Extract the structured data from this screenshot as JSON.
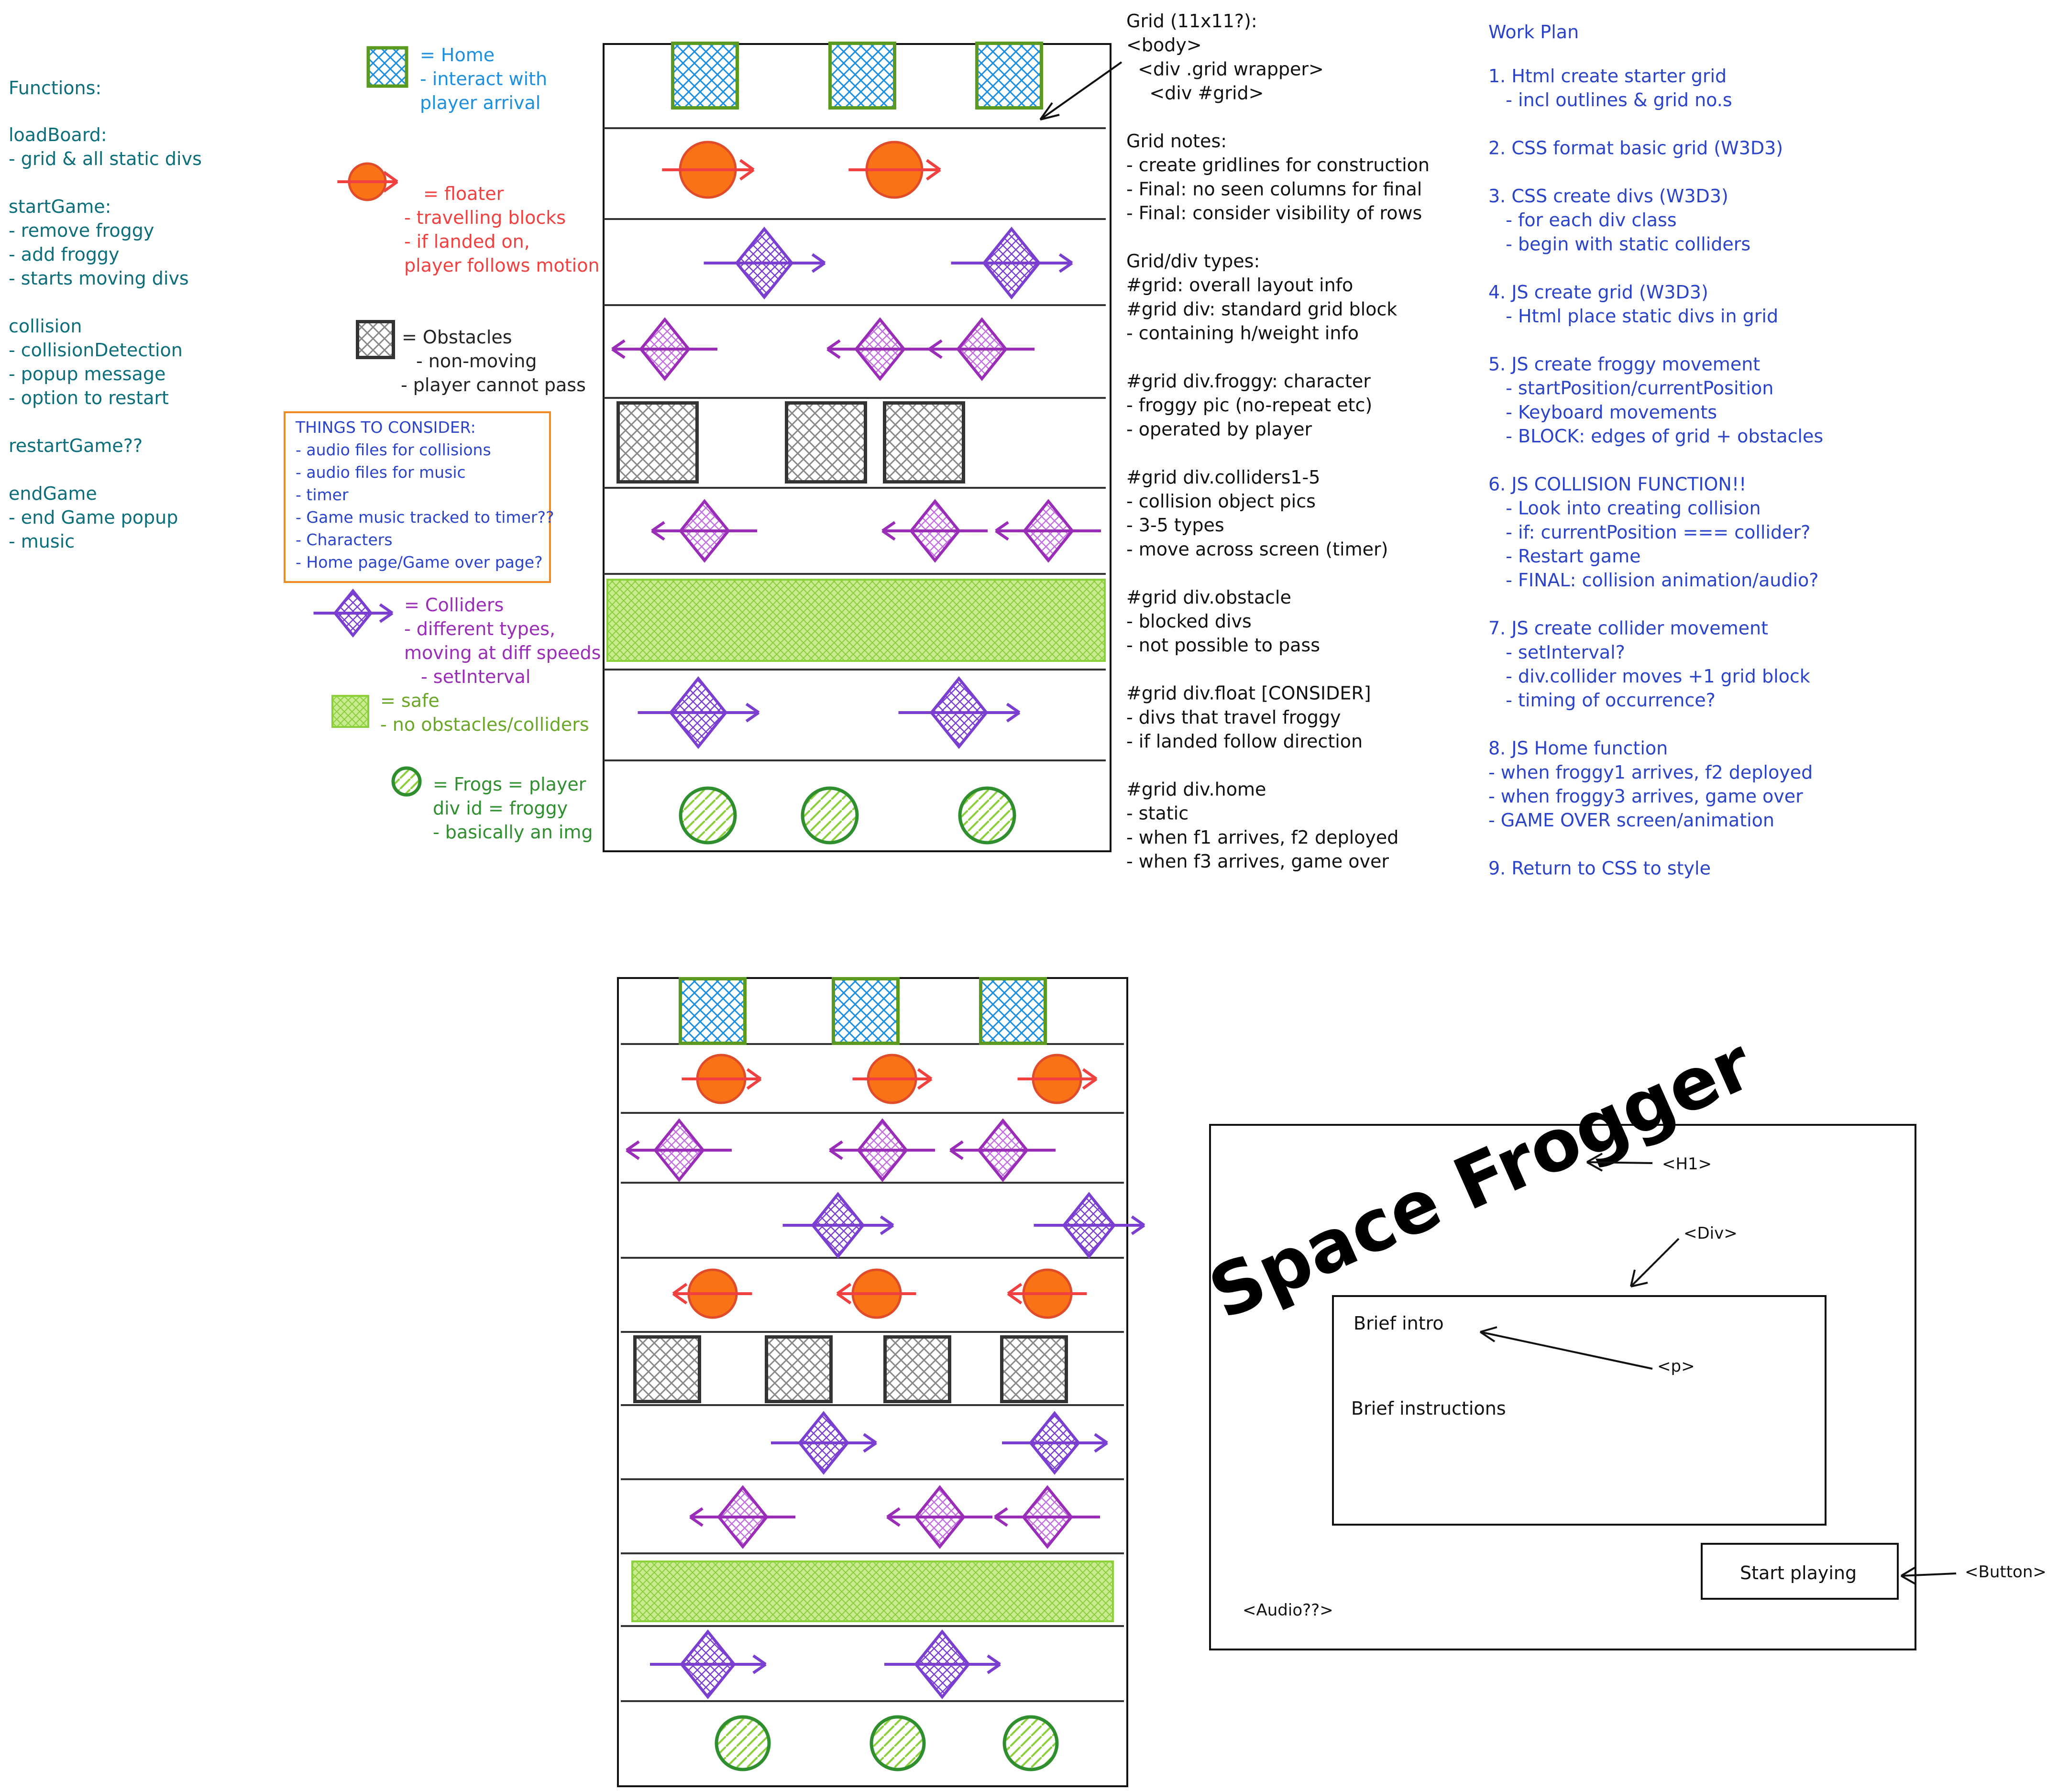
{
  "functions": {
    "title": "Functions:",
    "items": [
      {
        "name": "loadBoard:",
        "lines": [
          "- grid & all static divs"
        ]
      },
      {
        "name": "startGame:",
        "lines": [
          "- remove froggy",
          "- add froggy",
          "- starts moving divs"
        ]
      },
      {
        "name": "collision",
        "lines": [
          "- collisionDetection",
          "- popup message",
          "- option to restart"
        ]
      },
      {
        "name": "restartGame??",
        "lines": []
      },
      {
        "name": "endGame",
        "lines": [
          "- end Game popup",
          "- music"
        ]
      }
    ]
  },
  "legend": {
    "home": [
      "= Home",
      "- interact with",
      "player arrival"
    ],
    "floater": [
      "= floater",
      "- travelling blocks",
      "- if landed on,",
      "player follows motion"
    ],
    "obstacle": [
      "= Obstacles",
      "- non-moving",
      "- player cannot pass"
    ],
    "colliders": [
      "= Colliders",
      "- different types,",
      "moving at diff speeds",
      "- setInterval"
    ],
    "safe": [
      "= safe",
      "- no obstacles/colliders"
    ],
    "frogs": [
      "= Frogs = player",
      "div id = froggy",
      "- basically an img"
    ]
  },
  "consider": {
    "title": "THINGS TO CONSIDER:",
    "items": [
      "- audio files for collisions",
      "- audio files for music",
      "- timer",
      "- Game music tracked to timer??",
      "- Characters",
      "- Home page/Game over page?"
    ]
  },
  "notes": [
    "Grid (11x11?):",
    "<body>",
    "  <div .grid wrapper>",
    "    <div #grid>",
    "",
    "Grid notes:",
    "- create gridlines for construction",
    "- Final: no seen columns for final",
    "- Final: consider visibility of rows",
    "",
    "Grid/div types:",
    "#grid: overall layout info",
    "#grid div: standard grid block",
    "- containing h/weight info",
    "",
    "#grid div.froggy: character",
    "- froggy pic (no-repeat etc)",
    "- operated by player",
    "",
    "#grid div.colliders1-5",
    "- collision object pics",
    "- 3-5 types",
    "- move across screen (timer)",
    "",
    "#grid div.obstacle",
    "- blocked divs",
    "- not possible to pass",
    "",
    "#grid div.float [CONSIDER]",
    "- divs that travel froggy",
    "- if landed follow direction",
    "",
    "#grid div.home",
    "- static",
    "- when f1 arrives, f2 deployed",
    "- when f3 arrives, game over"
  ],
  "work_plan": {
    "title": "Work Plan",
    "lines": [
      "1. Html create starter grid",
      "   - incl outlines & grid no.s",
      "",
      "2. CSS format basic grid (W3D3)",
      "",
      "3. CSS create divs (W3D3)",
      "   - for each div class",
      "   - begin with static colliders",
      "",
      "4. JS create grid (W3D3)",
      "   - Html place static divs in grid",
      "",
      "5. JS create froggy movement",
      "   - startPosition/currentPosition",
      "   - Keyboard movements",
      "   - BLOCK: edges of grid + obstacles",
      "",
      "6. JS COLLISION FUNCTION!!",
      "   - Look into creating collision",
      "   - if: currentPosition === collider?",
      "   - Restart game",
      "   - FINAL: collision animation/audio?",
      "",
      "7. JS create collider movement",
      "   - setInterval?",
      "   - div.collider moves +1 grid block",
      "   - timing of occurrence?",
      "",
      "8. JS Home function",
      "- when froggy1 arrives, f2 deployed",
      "- when froggy3 arrives, game over",
      "- GAME OVER screen/animation",
      "",
      "9. Return to CSS to style"
    ]
  },
  "start_screen": {
    "title": "Space Frogger",
    "intro": "Brief intro",
    "instructions": "Brief instructions",
    "button": "Start playing",
    "audio": "<Audio??>",
    "tags": {
      "h1": "<H1>",
      "div": "<Div>",
      "p": "<p>",
      "button": "<Button>"
    }
  },
  "colors": {
    "teal": "#0b6e7a",
    "blue_note": "#2b43c9",
    "red": "#f04040",
    "orange": "#f97316",
    "purple": "#7a3fd0",
    "magenta": "#9a2db8",
    "green": "#2f8f2f",
    "lime": "#8bcf3a",
    "home_blue": "#1c8fe0",
    "home_green": "#5a9a1e",
    "dark": "#222222",
    "consider_border": "#f08a24"
  },
  "icons": [
    "home-icon",
    "floater-icon",
    "obstacle-icon",
    "collider-icon",
    "safe-zone-icon",
    "frog-icon"
  ]
}
